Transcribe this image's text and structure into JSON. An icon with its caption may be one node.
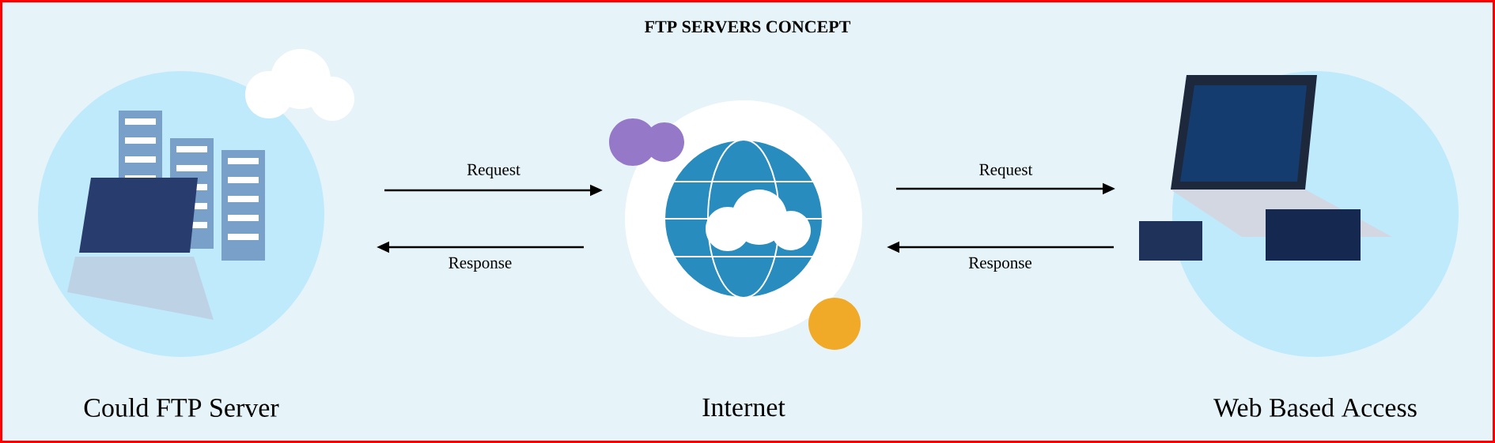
{
  "diagram": {
    "title": "FTP SERVERS CONCEPT",
    "nodes": [
      {
        "text": [],
        "shape": "picture",
        "beside": [
          "Could FTP Server"
        ]
      },
      {
        "text": [],
        "shape": "picture",
        "beside": [
          "Internet"
        ]
      },
      {
        "text": [],
        "shape": "picture",
        "beside": [
          "Web Based Access"
        ]
      }
    ],
    "edges": [
      {
        "from": 0,
        "to": 1,
        "arrow": "to",
        "label": "Request"
      },
      {
        "from": 1,
        "to": 0,
        "arrow": "to",
        "label": "Response"
      },
      {
        "from": 1,
        "to": 2,
        "arrow": "to",
        "label": "Request"
      },
      {
        "from": 2,
        "to": 1,
        "arrow": "to",
        "label": "Response"
      }
    ]
  }
}
